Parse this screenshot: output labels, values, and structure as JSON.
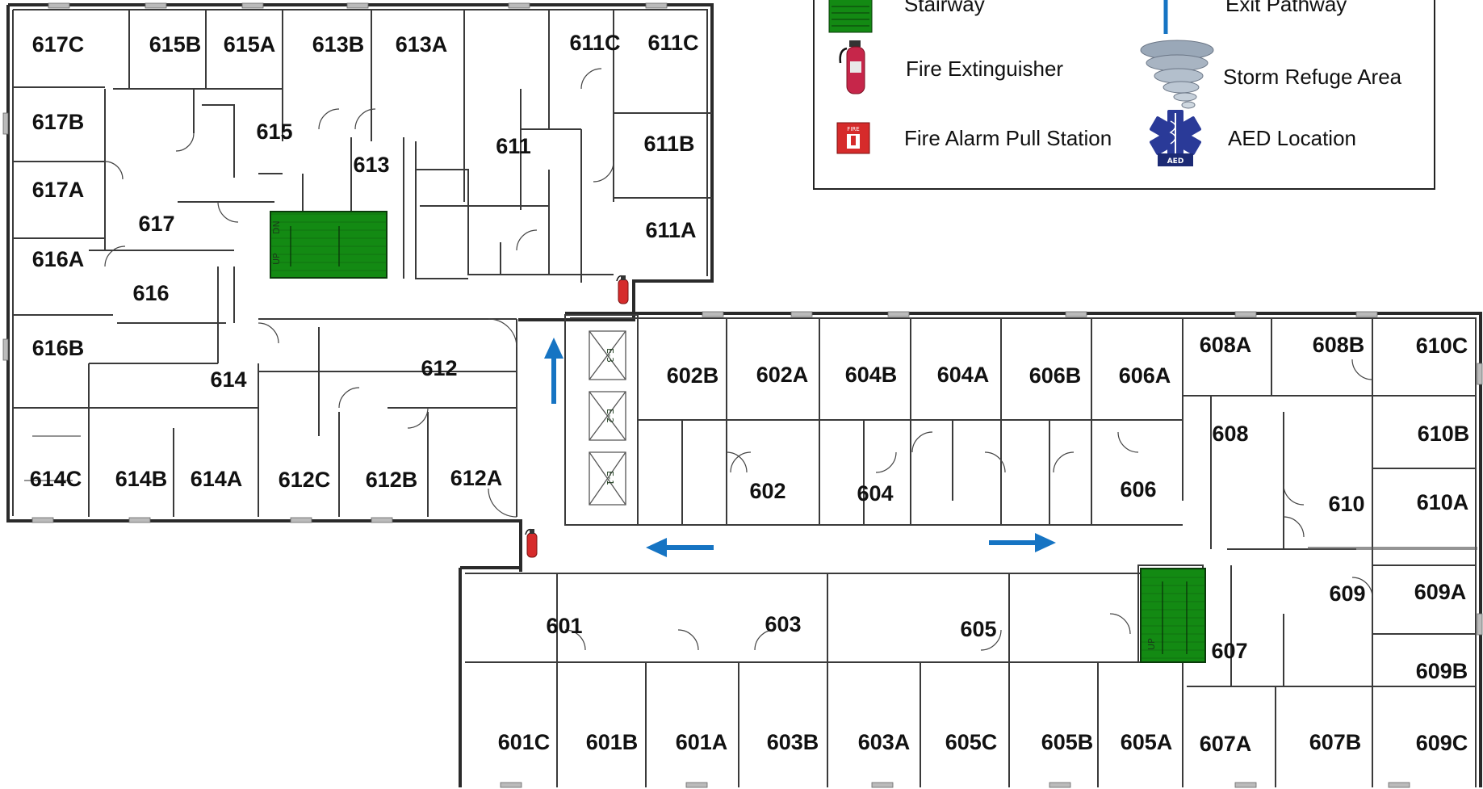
{
  "legend": {
    "stairway": "Stairway",
    "exit_pathway": "Exit Pathway",
    "fire_extinguisher": "Fire Extinguisher",
    "storm_refuge_area": "Storm Refuge Area",
    "fire_alarm_pull_station": "Fire Alarm Pull Station",
    "aed_location": "AED Location",
    "aed_badge": "AED",
    "fire_badge": "FIRE"
  },
  "stairs": {
    "dn": "DN",
    "up": "UP"
  },
  "elevators": {
    "e1": "E-1",
    "e2": "E-2",
    "e3": "E-3"
  },
  "colors": {
    "stair_green": "#138a13",
    "exit_blue": "#1674c3",
    "fire_red": "#d62b2b",
    "aed_blue": "#2a3a98"
  },
  "rooms": {
    "r617C": "617C",
    "r615B": "615B",
    "r615A": "615A",
    "r613B": "613B",
    "r613A": "613A",
    "r611C_1": "611C",
    "r611C_2": "611C",
    "r617B": "617B",
    "r615": "615",
    "r613": "613",
    "r611": "611",
    "r611B": "611B",
    "r617A": "617A",
    "r617": "617",
    "r611A": "611A",
    "r616A": "616A",
    "r616": "616",
    "r616B": "616B",
    "r614": "614",
    "r612": "612",
    "r614C": "614C",
    "r614B": "614B",
    "r614A": "614A",
    "r612C": "612C",
    "r612B": "612B",
    "r612A": "612A",
    "r602B": "602B",
    "r602A": "602A",
    "r604B": "604B",
    "r604A": "604A",
    "r606B": "606B",
    "r606A": "606A",
    "r608A": "608A",
    "r608B": "608B",
    "r610C": "610C",
    "r608": "608",
    "r610B": "610B",
    "r602": "602",
    "r604": "604",
    "r606": "606",
    "r610": "610",
    "r610A": "610A",
    "r601": "601",
    "r603": "603",
    "r605": "605",
    "r609": "609",
    "r609A": "609A",
    "r607": "607",
    "r609B": "609B",
    "r601C": "601C",
    "r601B": "601B",
    "r601A": "601A",
    "r603B": "603B",
    "r603A": "603A",
    "r605C": "605C",
    "r605B": "605B",
    "r605A": "605A",
    "r607A": "607A",
    "r607B": "607B",
    "r609C": "609C"
  }
}
